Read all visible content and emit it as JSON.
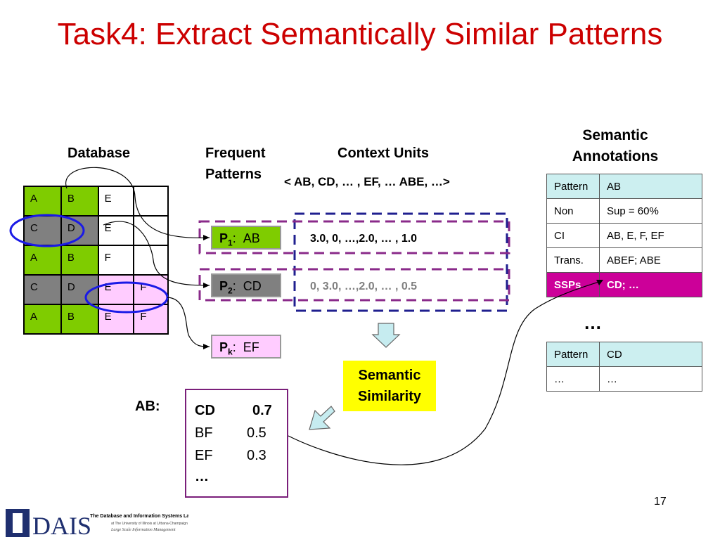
{
  "slide": {
    "title": "Task4: Extract Semantically Similar Patterns",
    "page_number": "17"
  },
  "labels": {
    "database": "Database",
    "frequent_patterns": "Frequent Patterns",
    "context_units": "Context Units",
    "context_list": "<  AB,  CD, … , EF, … ABE, …>",
    "semantic_annotations": "Semantic Annotations",
    "ab_label": "AB:",
    "ellipsis": "…"
  },
  "database_table": {
    "rows": [
      [
        "A",
        "B",
        "E",
        ""
      ],
      [
        "C",
        "D",
        "E",
        ""
      ],
      [
        "A",
        "B",
        "F",
        ""
      ],
      [
        "C",
        "D",
        "E",
        "F"
      ],
      [
        "A",
        "B",
        "E",
        "F"
      ]
    ]
  },
  "patterns": [
    {
      "name": "P",
      "sub": "1",
      "value": "AB",
      "color": "#7fcc00"
    },
    {
      "name": "P",
      "sub": "2",
      "value": "CD",
      "color": "#808080"
    },
    {
      "name": "P",
      "sub": "k",
      "value": "EF",
      "color": "#ffccff"
    }
  ],
  "context_vectors": {
    "p1": "3.0,  0, …,2.0, … ,   1.0",
    "p2": "0,  3.0, …,2.0, … ,   0.5"
  },
  "semantic_similarity": "Semantic Similarity",
  "annotation_table_1": {
    "rows": [
      [
        "Pattern",
        "AB"
      ],
      [
        "Non",
        "Sup = 60%"
      ],
      [
        "CI",
        "AB, E, F, EF"
      ],
      [
        "Trans.",
        "ABEF; ABE"
      ],
      [
        "SSPs",
        "CD; …"
      ]
    ]
  },
  "annotation_table_2": {
    "rows": [
      [
        "Pattern",
        "CD"
      ],
      [
        "…",
        "…"
      ]
    ]
  },
  "similar_patterns": [
    {
      "pattern": "CD",
      "score": "0.7",
      "bold": true
    },
    {
      "pattern": "BF",
      "score": "0.5",
      "bold": false
    },
    {
      "pattern": "EF",
      "score": "0.3",
      "bold": false
    },
    {
      "pattern": "…",
      "score": "",
      "bold": true
    }
  ],
  "footer": {
    "logo_text": "DAIS",
    "lab_name": "The Database and Information Systems Laboratory",
    "lab_sub": "at The University of Illinois at Urbana-Champaign",
    "lab_tag": "Large Scale Information Management"
  },
  "colors": {
    "title": "#cc0000",
    "green": "#7fcc00",
    "gray": "#808080",
    "pink": "#ffccff",
    "yellow": "#ffff00",
    "magenta": "#cc0099",
    "navy_dash": "#1f1f8f",
    "purple_dash": "#8a2a8a"
  }
}
